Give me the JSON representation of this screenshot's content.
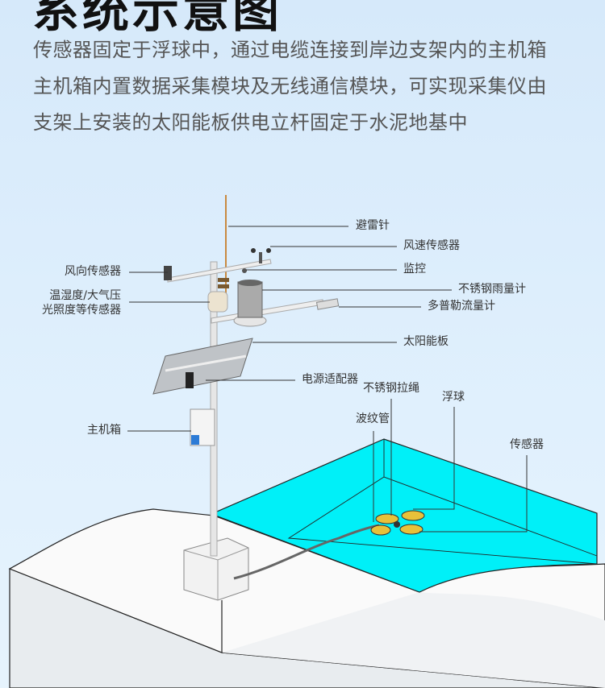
{
  "title": "系统示意图",
  "description": [
    "传感器固定于浮球中，通过电缆连接到岸边支架内的主机箱",
    "主机箱内置数据采集模块及无线通信模块，可实现采集仪由",
    "支架上安装的太阳能板供电立杆固定于水泥地基中"
  ],
  "labels": {
    "lightning_rod": "避雷针",
    "wind_speed": "风速传感器",
    "wind_direction": "风向传感器",
    "camera": "监控",
    "rain_gauge": "不锈钢雨量计",
    "temp_humidity_1": "温湿度/大气压",
    "temp_humidity_2": "光照度等传感器",
    "doppler": "多普勒流量计",
    "solar_panel": "太阳能板",
    "power_adapter": "电源适配器",
    "steel_rope": "不锈钢拉绳",
    "float": "浮球",
    "bellows": "波纹管",
    "sensor": "传感器",
    "main_box": "主机箱"
  },
  "colors": {
    "water": "#00f0f8",
    "ground": "#ffffff",
    "line": "#333333"
  }
}
